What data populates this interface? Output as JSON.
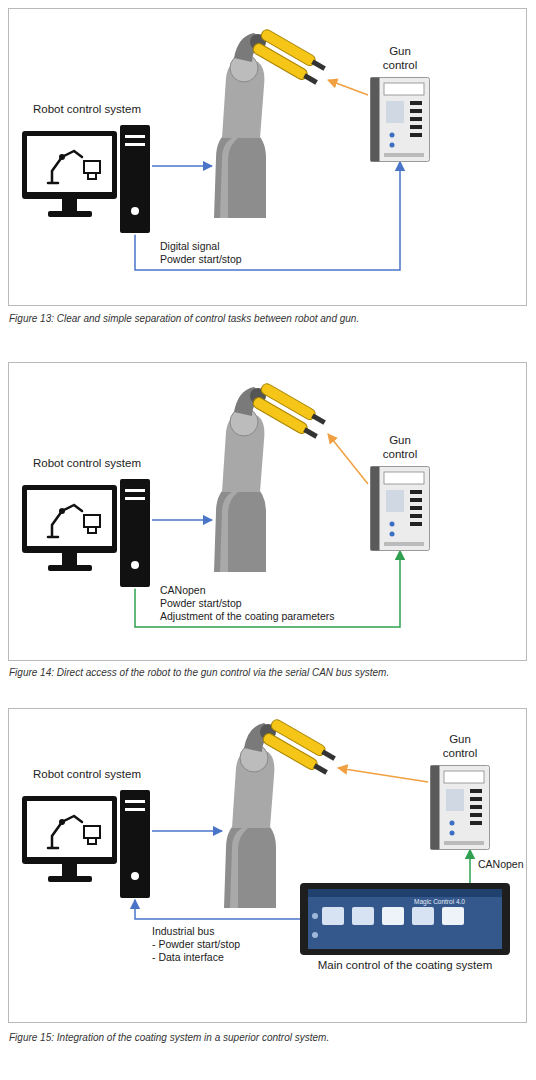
{
  "diagram": {
    "nodes": [
      {
        "text": [
          "Robot control system"
        ]
      },
      {
        "text": [
          "Gun control"
        ]
      },
      {
        "text": [
          "Robot control system"
        ]
      },
      {
        "text": [
          "Gun control"
        ]
      },
      {
        "text": [
          "Robot control system"
        ]
      },
      {
        "text": [
          "Gun control"
        ]
      },
      {
        "text": [
          "Main control of the coating system"
        ]
      }
    ],
    "edges": [
      {
        "from": 0,
        "to": 1,
        "arrow": "to",
        "label": "Digital signal Powder start/stop"
      },
      {
        "from": 2,
        "to": 3,
        "arrow": "to",
        "label": "CANopen Powder start/stop Adjustment of the coating parameters"
      },
      {
        "from": 6,
        "to": 4,
        "arrow": "to",
        "label": "Industrial bus - Powder start/stop - Data interface"
      },
      {
        "from": 6,
        "to": 5,
        "arrow": "to",
        "label": "CANopen"
      }
    ],
    "labels": [
      "Figure 13: Clear and simple separation of control tasks between robot and gun.",
      "Figure 14: Direct access of the robot to the gun control via the serial CAN bus system.",
      "Magic Control 4.0",
      "Figure 15: Integration of the coating system in a superior control system."
    ]
  }
}
